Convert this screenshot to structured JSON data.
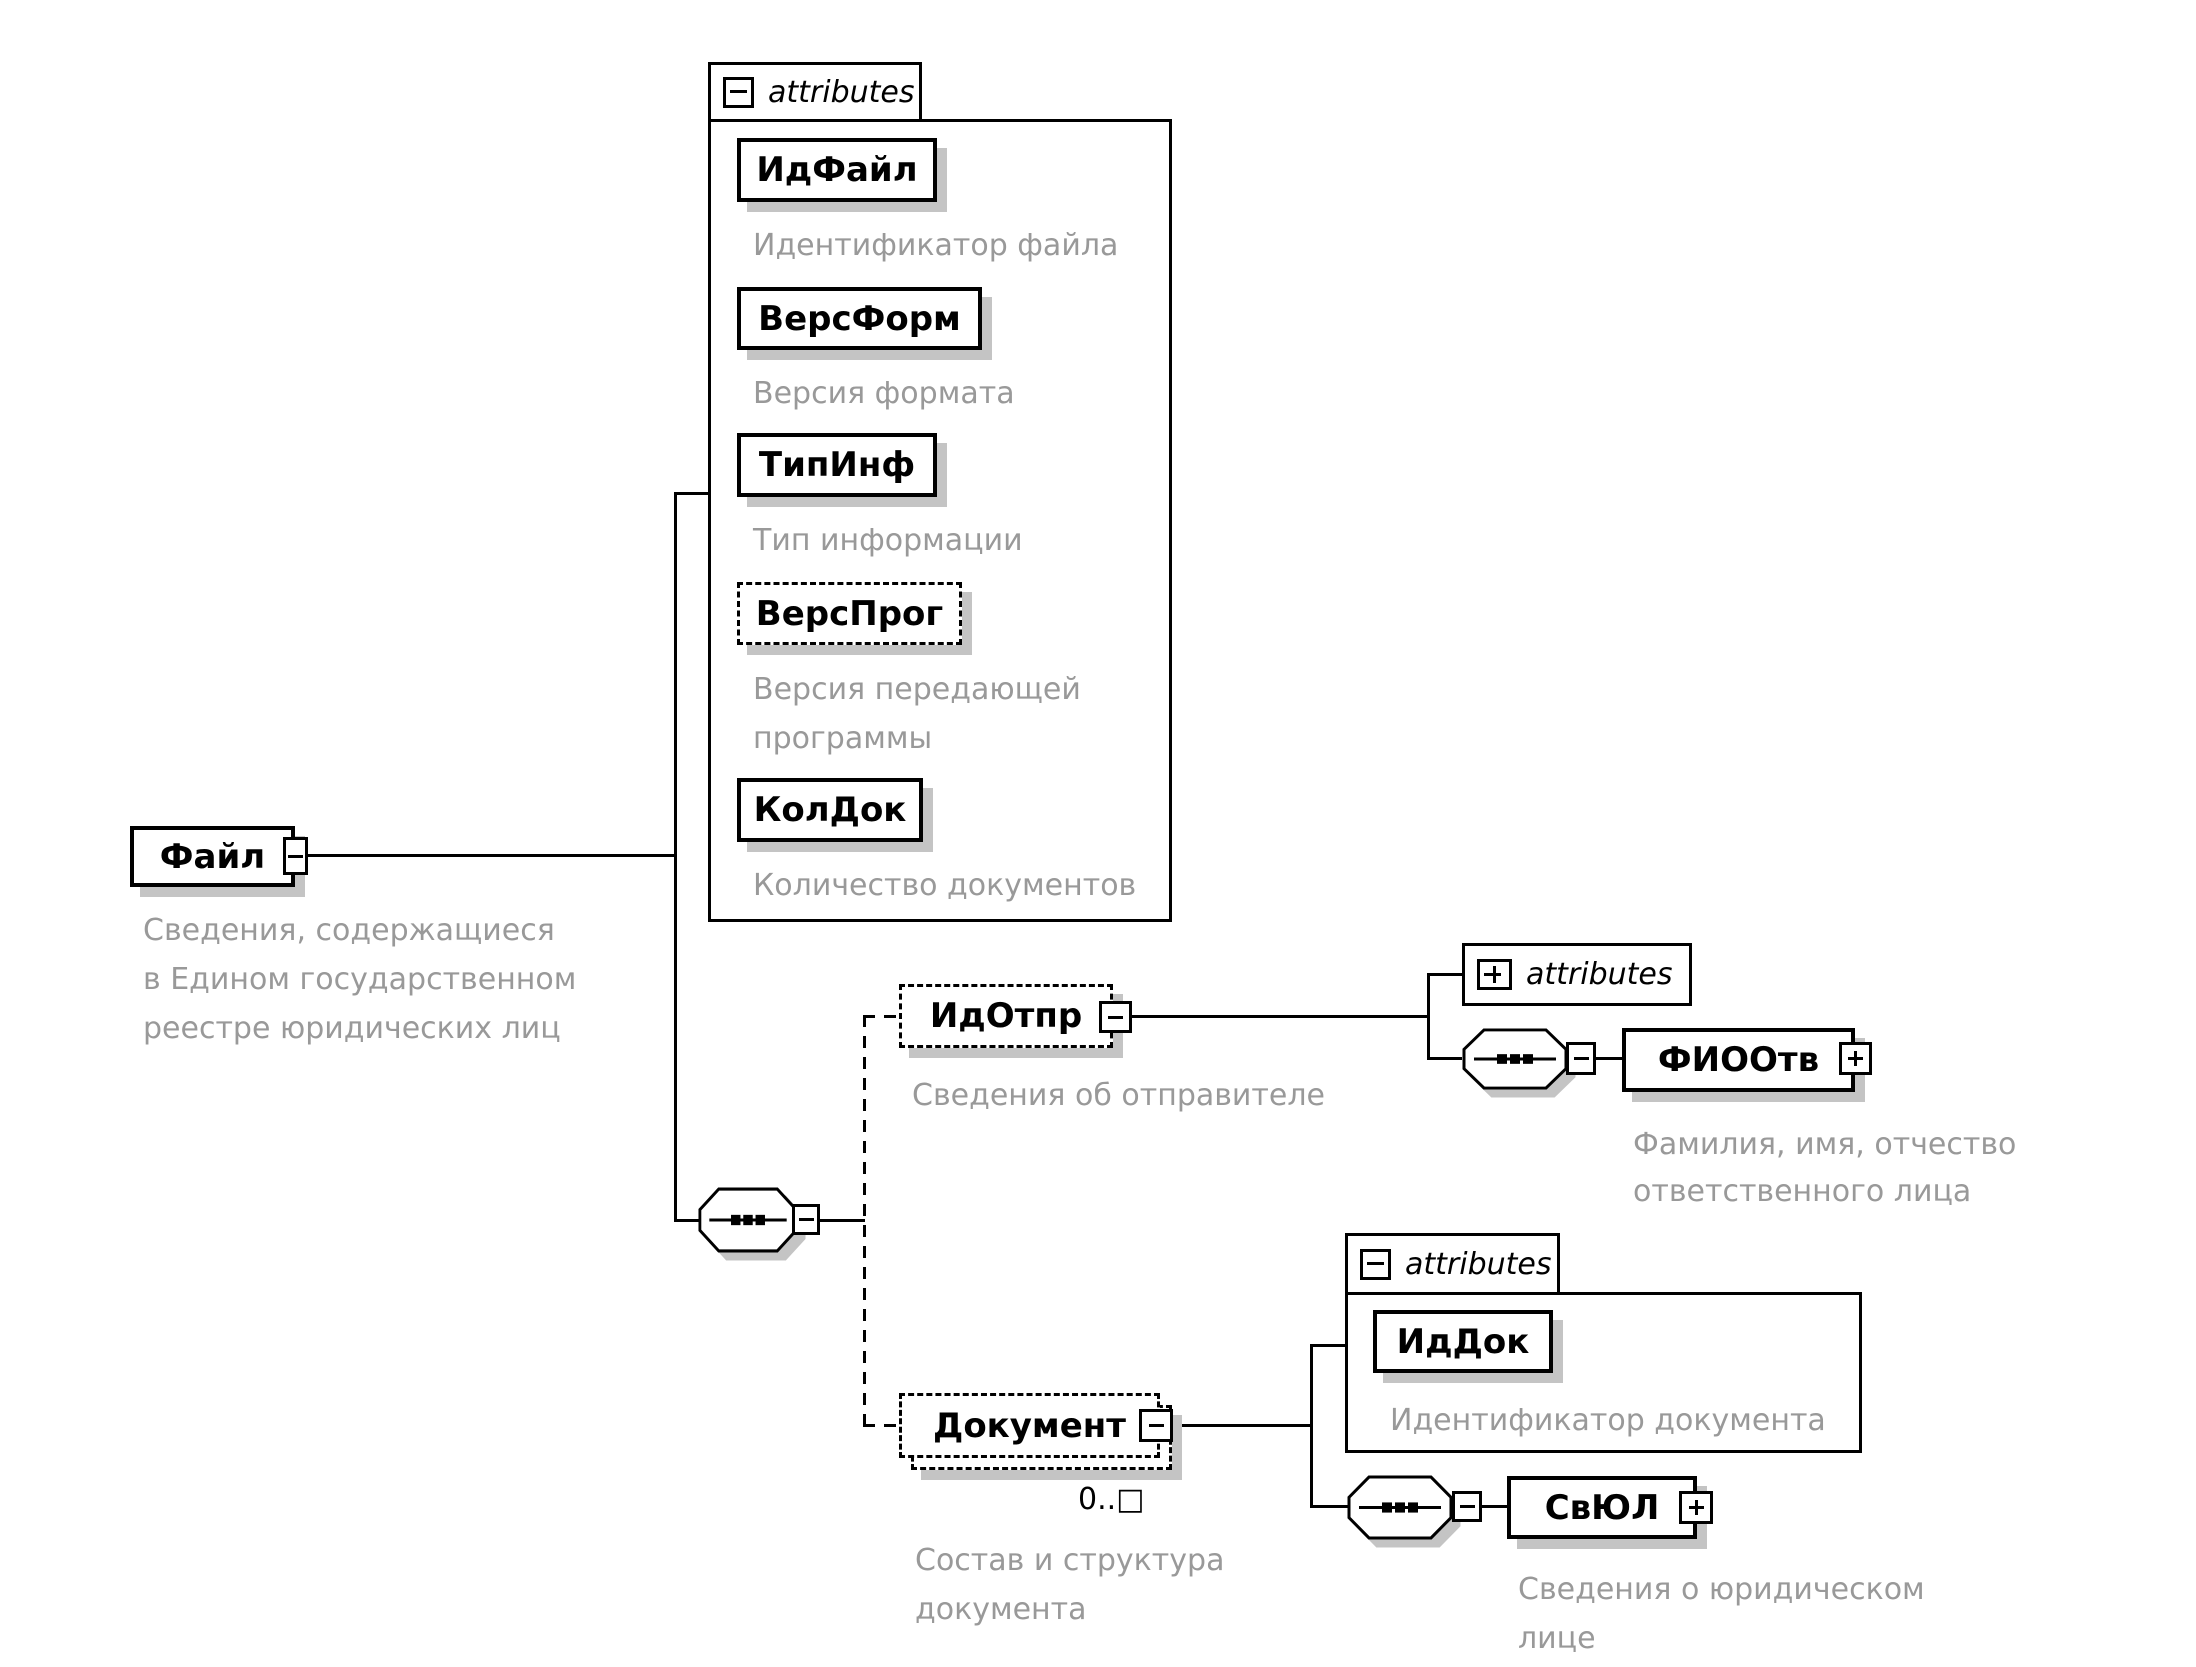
{
  "colors": {
    "line": "#000000",
    "annotation_text": "#999999",
    "shadow": "#c4c4c4",
    "background": "#ffffff"
  },
  "icons": {
    "collapse": "minus-icon",
    "expand": "plus-icon",
    "sequence": "sequence-icon"
  },
  "diagram": {
    "root": {
      "name": "Файл",
      "annotation": [
        "Сведения, содержащиеся",
        "в Едином государственном",
        "реестре юридических лиц"
      ]
    },
    "file_attributes": {
      "label": "attributes",
      "items": [
        {
          "name": "ИдФайл",
          "annotation": [
            "Идентификатор файла"
          ]
        },
        {
          "name": "ВерсФорм",
          "annotation": [
            "Версия формата"
          ]
        },
        {
          "name": "ТипИнф",
          "annotation": [
            "Тип информации"
          ]
        },
        {
          "name": "ВерсПрог",
          "annotation": [
            "Версия передающей",
            "программы"
          ]
        },
        {
          "name": "КолДок",
          "annotation": [
            "Количество документов"
          ]
        }
      ]
    },
    "sender": {
      "name": "ИдОтпр",
      "annotation": [
        "Сведения об отправителе"
      ],
      "attributes_label": "attributes",
      "child": {
        "name": "ФИООтв",
        "annotation": [
          "Фамилия, имя, отчество",
          "ответственного лица"
        ]
      }
    },
    "document": {
      "name": "Документ",
      "cardinality": "0..□",
      "annotation": [
        "Состав и структура",
        "документа"
      ],
      "attributes": {
        "label": "attributes",
        "items": [
          {
            "name": "ИдДок",
            "annotation": [
              "Идентификатор документа"
            ]
          }
        ]
      },
      "child": {
        "name": "СвЮЛ",
        "annotation": [
          "Сведения о юридическом",
          "лице"
        ]
      }
    }
  }
}
